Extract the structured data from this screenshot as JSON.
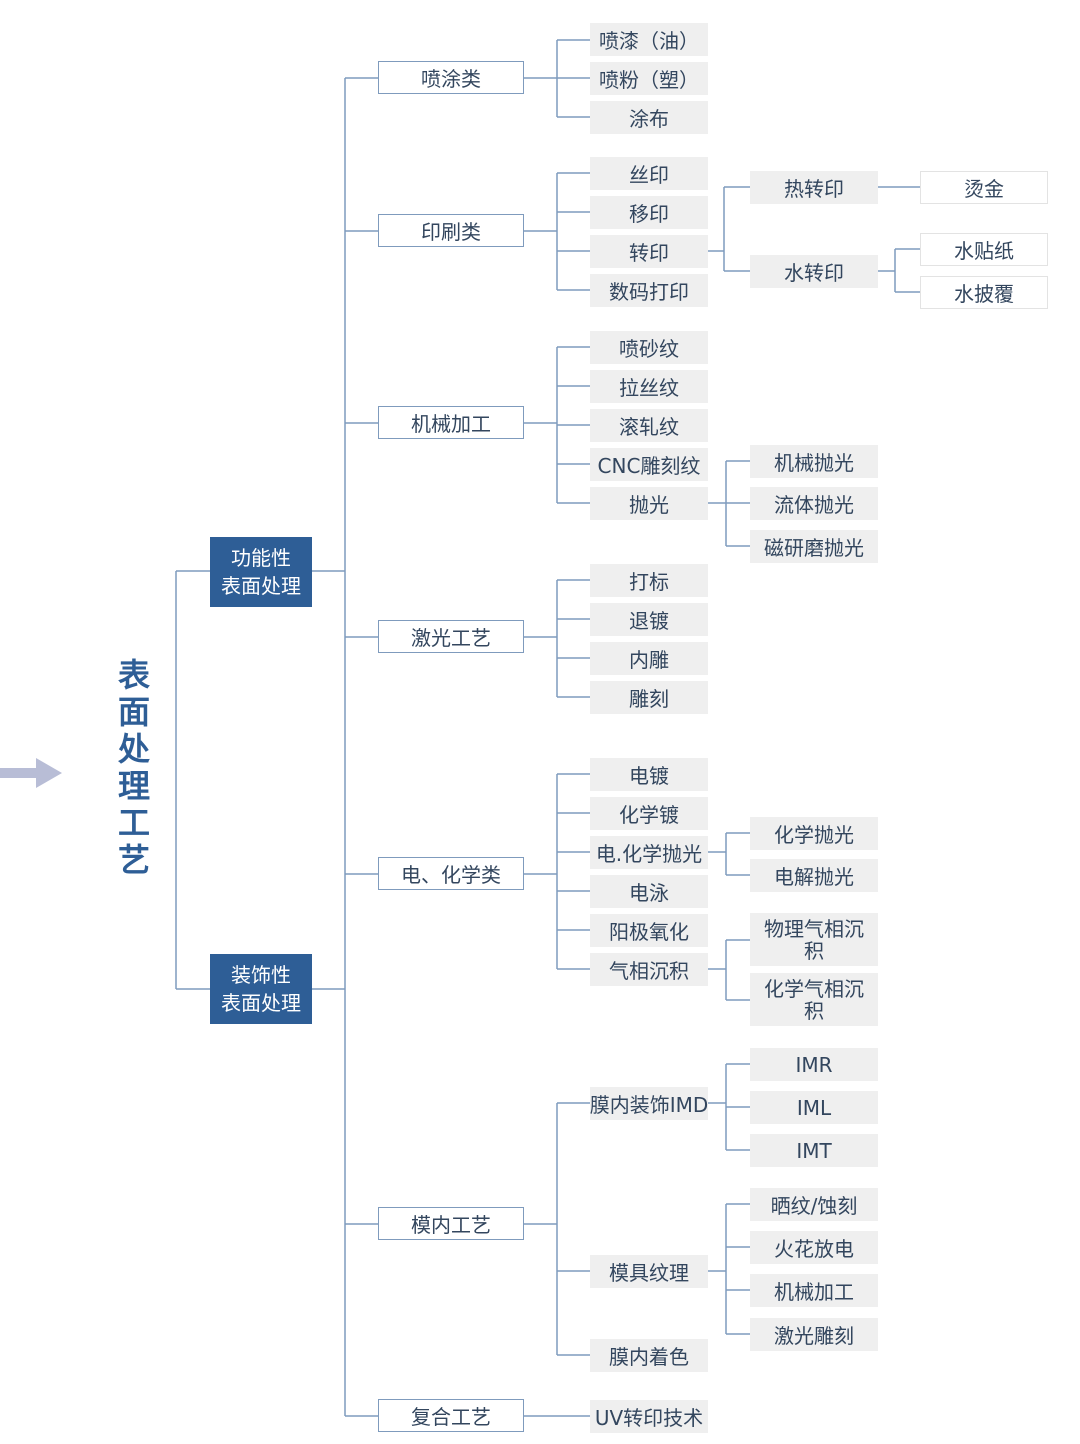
{
  "root": {
    "label": "表面处理工艺"
  },
  "branches": {
    "functional": "功能性\n表面处理",
    "decorative": "装饰性\n表面处理"
  },
  "categories": {
    "spray": "喷涂类",
    "print": "印刷类",
    "machining": "机械加工",
    "laser": "激光工艺",
    "electro": "电、化学类",
    "inmold": "模内工艺",
    "composite": "复合工艺"
  },
  "processes": {
    "spray_paint": "喷漆（油）",
    "spray_powder": "喷粉（塑）",
    "coating": "涂布",
    "silk_print": "丝印",
    "pad_print": "移印",
    "transfer_print": "转印",
    "digital_print": "数码打印",
    "sandblast": "喷砂纹",
    "brushed": "拉丝纹",
    "knurled": "滚轧纹",
    "cnc_engrave": "CNC雕刻纹",
    "polish": "抛光",
    "marking": "打标",
    "deplating": "退镀",
    "inner_engrave": "内雕",
    "engrave": "雕刻",
    "electroplate": "电镀",
    "chem_plate": "化学镀",
    "echem_polish": "电.化学抛光",
    "electrophoresis": "电泳",
    "anodize": "阳极氧化",
    "vapor_dep": "气相沉积",
    "imd": "膜内装饰IMD",
    "mold_texture": "模具纹理",
    "film_color": "膜内着色",
    "uv_transfer": "UV转印技术"
  },
  "subprocesses": {
    "heat_transfer": "热转印",
    "water_transfer": "水转印",
    "mech_polish": "机械抛光",
    "fluid_polish": "流体抛光",
    "magnetic_polish": "磁研磨抛光",
    "chem_polish": "化学抛光",
    "electrolytic_polish": "电解抛光",
    "pvd": "物理气相沉积",
    "cvd": "化学气相沉积",
    "imr": "IMR",
    "iml": "IML",
    "imt": "IMT",
    "etching": "晒纹/蚀刻",
    "edm": "火花放电",
    "machining2": "机械加工",
    "laser_engrave": "激光雕刻"
  },
  "leaves": {
    "hot_stamp": "烫金",
    "water_decal": "水贴纸",
    "water_coat": "水披覆"
  },
  "colors": {
    "accent": "#2e5e96",
    "line": "#7f9bbd",
    "box_fill": "#efefef",
    "arrow": "#b8bdd6"
  }
}
